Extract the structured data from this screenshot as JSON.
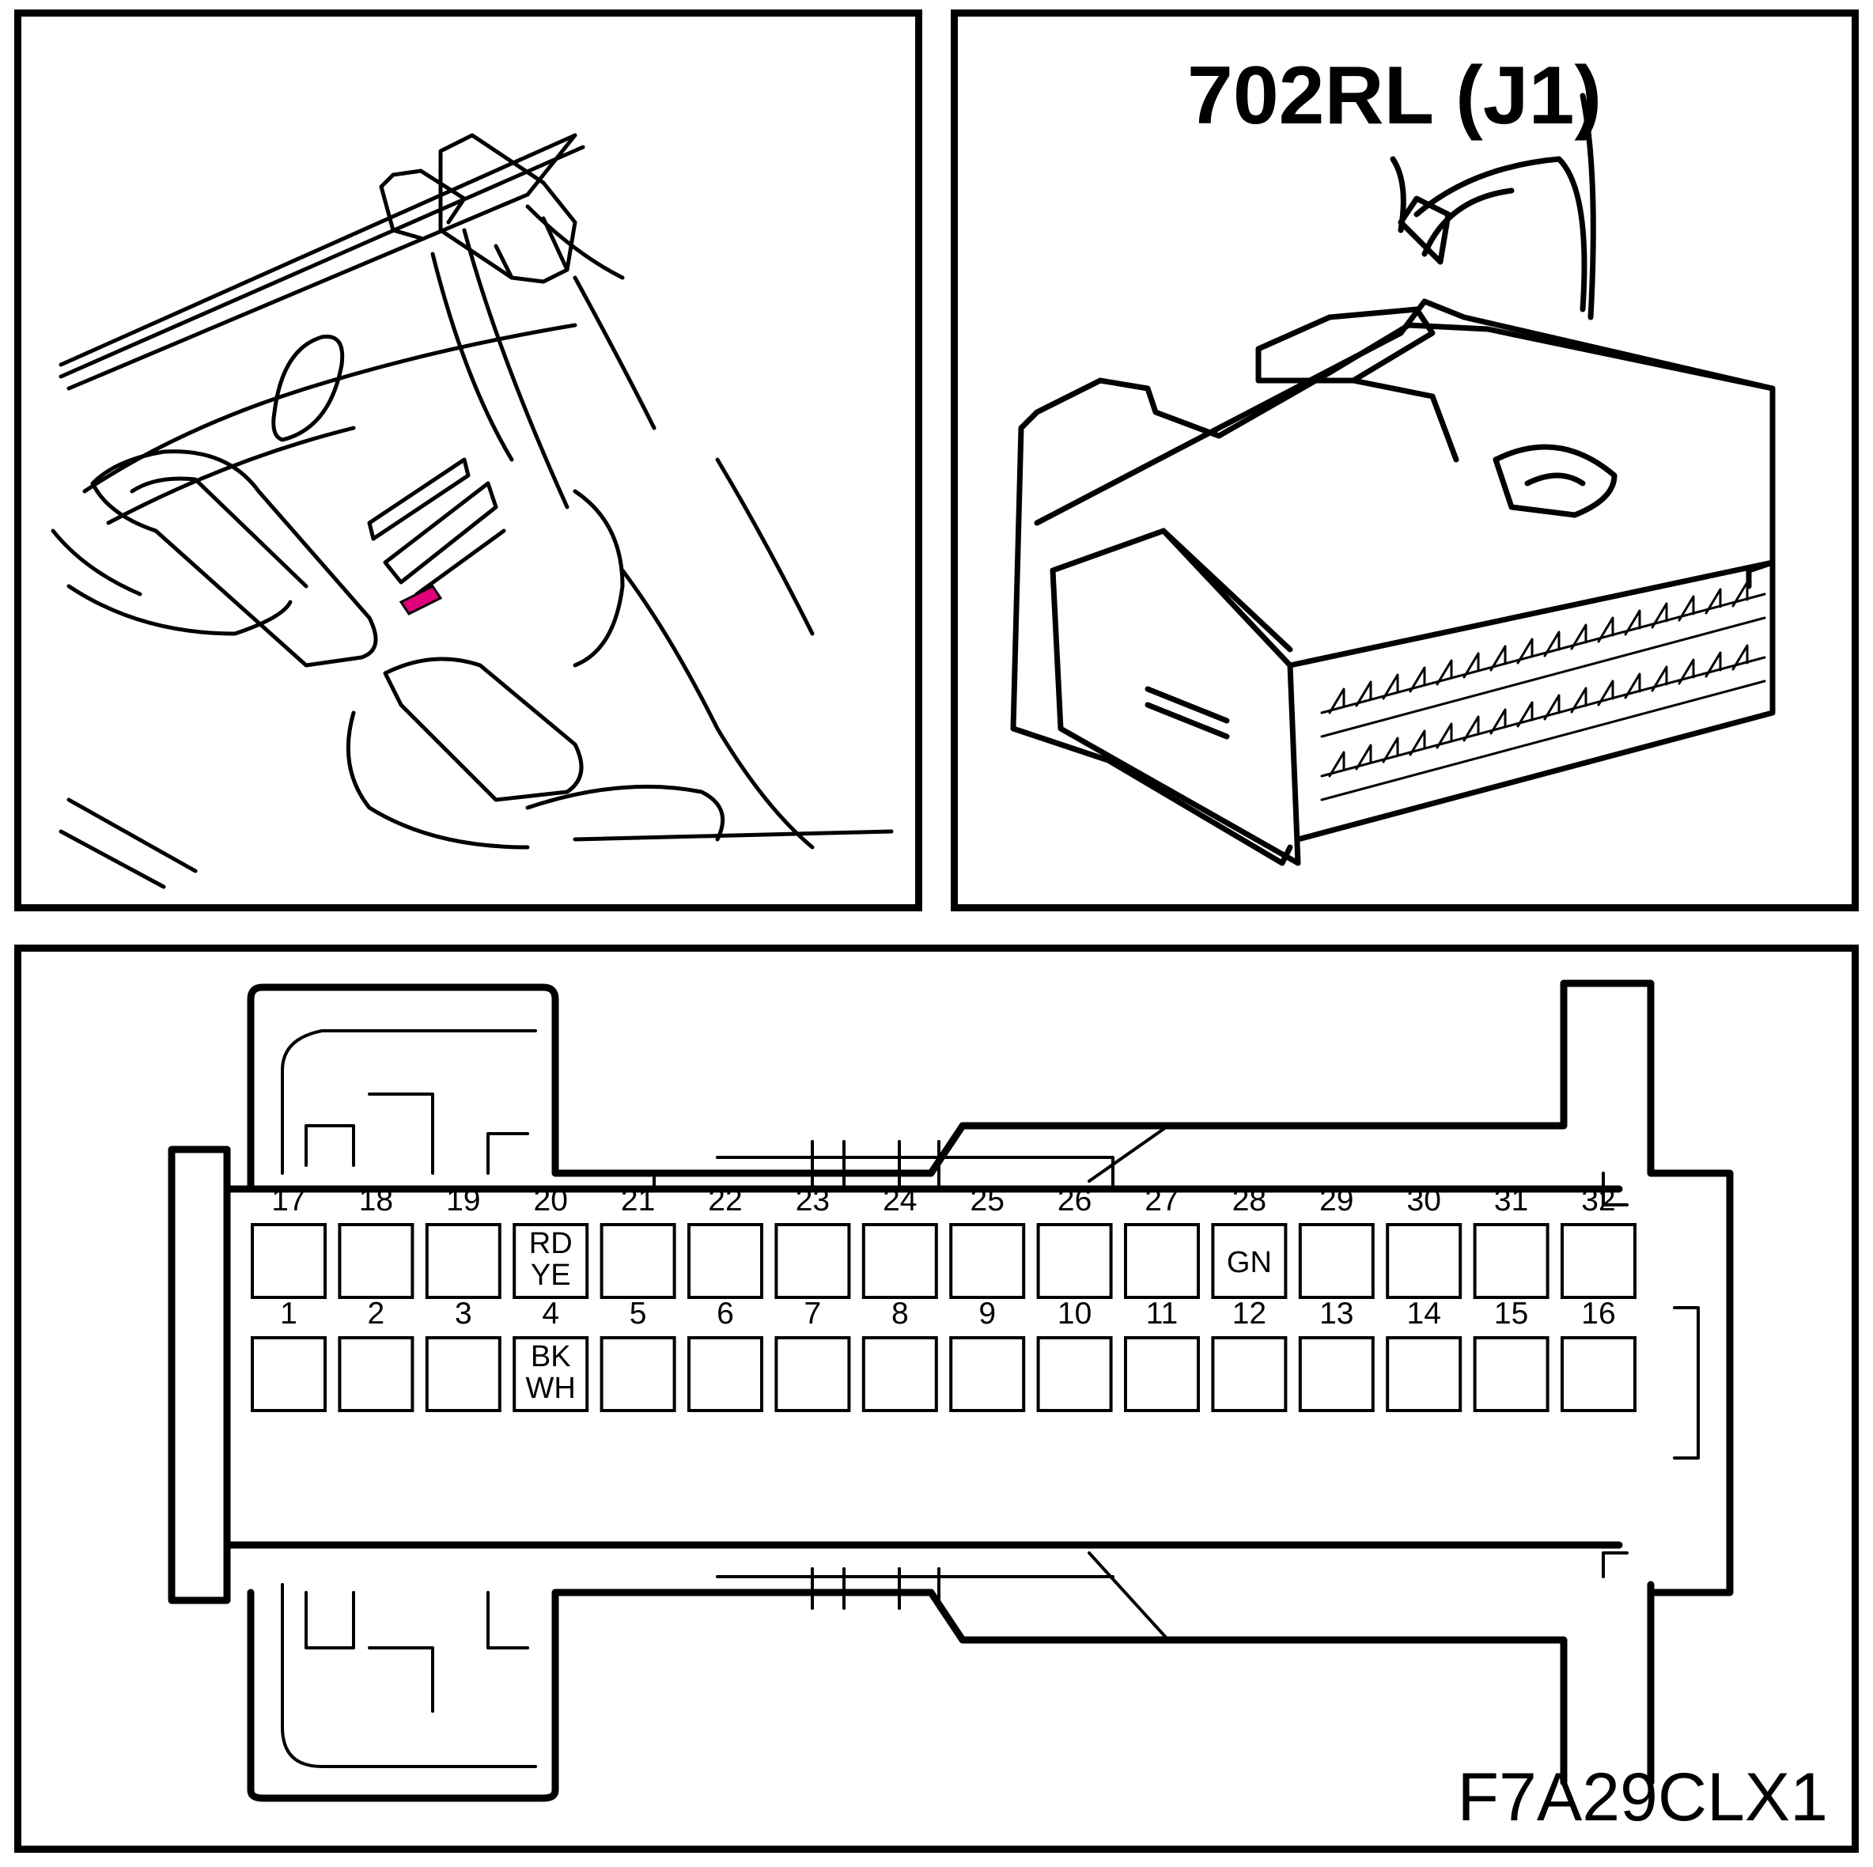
{
  "connector": {
    "label": "702RL (J1)",
    "figure_code": "F7A29CLX1"
  },
  "pins": {
    "top_row": [
      {
        "number": "17",
        "wire": []
      },
      {
        "number": "18",
        "wire": []
      },
      {
        "number": "19",
        "wire": []
      },
      {
        "number": "20",
        "wire": [
          "RD",
          "YE"
        ]
      },
      {
        "number": "21",
        "wire": []
      },
      {
        "number": "22",
        "wire": []
      },
      {
        "number": "23",
        "wire": []
      },
      {
        "number": "24",
        "wire": []
      },
      {
        "number": "25",
        "wire": []
      },
      {
        "number": "26",
        "wire": []
      },
      {
        "number": "27",
        "wire": []
      },
      {
        "number": "28",
        "wire": [
          "GN"
        ]
      },
      {
        "number": "29",
        "wire": []
      },
      {
        "number": "30",
        "wire": []
      },
      {
        "number": "31",
        "wire": []
      },
      {
        "number": "32",
        "wire": []
      }
    ],
    "bottom_row": [
      {
        "number": "1",
        "wire": []
      },
      {
        "number": "2",
        "wire": []
      },
      {
        "number": "3",
        "wire": []
      },
      {
        "number": "4",
        "wire": [
          "BK",
          "WH"
        ]
      },
      {
        "number": "5",
        "wire": []
      },
      {
        "number": "6",
        "wire": []
      },
      {
        "number": "7",
        "wire": []
      },
      {
        "number": "8",
        "wire": []
      },
      {
        "number": "9",
        "wire": []
      },
      {
        "number": "10",
        "wire": []
      },
      {
        "number": "11",
        "wire": []
      },
      {
        "number": "12",
        "wire": []
      },
      {
        "number": "13",
        "wire": []
      },
      {
        "number": "14",
        "wire": []
      },
      {
        "number": "15",
        "wire": []
      },
      {
        "number": "16",
        "wire": []
      }
    ]
  },
  "colors": {
    "line": "#000000",
    "highlight": "#e0007a"
  }
}
